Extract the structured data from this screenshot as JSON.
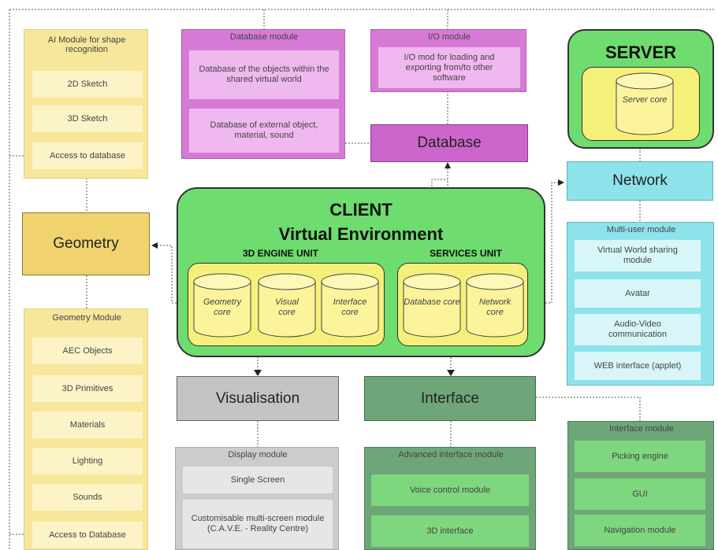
{
  "ai": {
    "title": "AI Module for shape recognition",
    "items": [
      "2D Sketch",
      "3D Sketch",
      "Access to database"
    ]
  },
  "geometry": {
    "label": "Geometry"
  },
  "geometry_module": {
    "title": "Geometry Module",
    "items": [
      "AEC Objects",
      "3D Primitives",
      "Materials",
      "Lighting",
      "Sounds",
      "Access to Database"
    ]
  },
  "database_module": {
    "title": "Database module",
    "items": [
      "Database of the objects within the shared virtual world",
      "Database of external object, material, sound"
    ]
  },
  "io_module": {
    "title": "I/O module",
    "items": [
      "I/O mod for loading and exporting from/to other software"
    ]
  },
  "database": {
    "label": "Database"
  },
  "server": {
    "title": "SERVER",
    "core": "Server core"
  },
  "network": {
    "label": "Network"
  },
  "client": {
    "title_line1": "CLIENT",
    "title_line2": "Virtual Environment",
    "engine_unit": "3D ENGINE UNIT",
    "services_unit": "SERVICES UNIT",
    "engine_cores": [
      "Geometry core",
      "Visual core",
      "Interface core"
    ],
    "services_cores": [
      "Database core",
      "Network core"
    ]
  },
  "multiuser": {
    "title": "Multi-user module",
    "items": [
      "Virtual World sharing module",
      "Avatar",
      "Audio-Video communication",
      "WEB interface (applet)"
    ]
  },
  "visualisation": {
    "label": "Visualisation"
  },
  "interface": {
    "label": "Interface"
  },
  "display_module": {
    "title": "Display module",
    "items": [
      "Single Screen",
      "Customisable multi-screen module (C.A.V.E. - Reality Centre)"
    ]
  },
  "advanced_interface": {
    "title": "Advanced interface module",
    "items": [
      "Voice control module",
      "3D interface"
    ]
  },
  "interface_module": {
    "title": "Interface module",
    "items": [
      "Picking engine",
      "GUI",
      "Navigation module"
    ]
  },
  "colors": {
    "yellow_panel": "#f7e79a",
    "yellow_item": "#fcf3c6",
    "magenta": "#d77ad6",
    "pink": "#efb8ee",
    "green": "#7fdc7f",
    "cyan": "#8ee3ea",
    "gray": "#c8c8c8",
    "dark_green": "#6fa679",
    "light_green": "#7ed67e"
  }
}
